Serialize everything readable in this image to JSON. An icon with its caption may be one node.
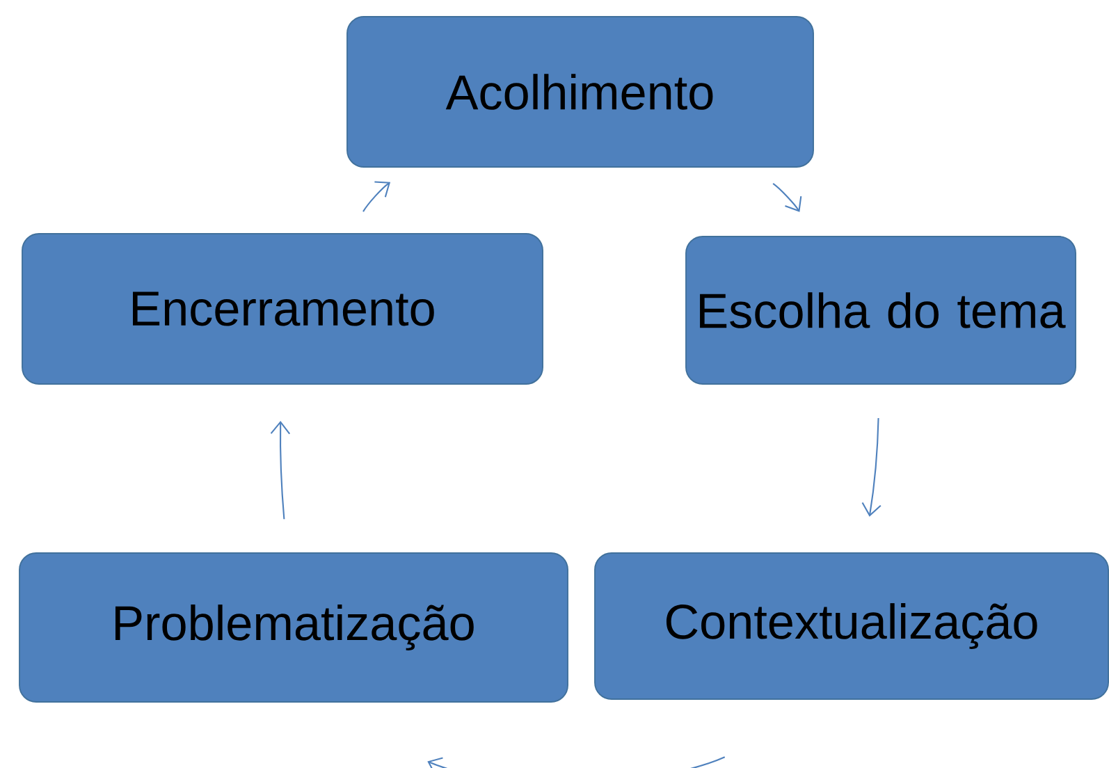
{
  "diagram": {
    "nodes": [
      {
        "text": [
          "Acolhimento"
        ]
      },
      {
        "text": [
          "Escolha do tema"
        ]
      },
      {
        "text": [
          "Contextualização"
        ]
      },
      {
        "text": [
          "Problematização"
        ]
      },
      {
        "text": [
          "Encerramento"
        ]
      }
    ],
    "edges": [
      {
        "from": 0,
        "to": 1,
        "arrow": "to"
      },
      {
        "from": 1,
        "to": 2,
        "arrow": "to"
      },
      {
        "from": 2,
        "to": 3,
        "arrow": "to"
      },
      {
        "from": 3,
        "to": 4,
        "arrow": "to"
      },
      {
        "from": 4,
        "to": 0,
        "arrow": "to"
      }
    ]
  }
}
